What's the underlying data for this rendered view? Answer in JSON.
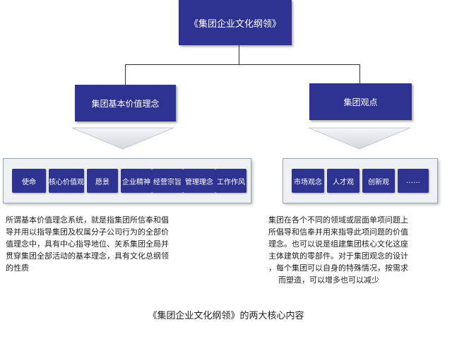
{
  "root": {
    "label": "《集团企业文化纲领》"
  },
  "left_branch": {
    "label": "集团基本价值理念",
    "items": [
      "使命",
      "核心价值观",
      "愿景",
      "企业精神",
      "经营宗旨",
      "管理理念",
      "工作作风"
    ],
    "description": [
      "所谓基本价值理念系统，就是指集团所信奉和倡",
      "导并用以指导集团及权属分子公司行为的全部价",
      "值理念中，具有中心指导地位、关系集团全局并",
      "贯穿集团全部活动的基本理念，具有文化总纲领",
      "的性质"
    ]
  },
  "right_branch": {
    "label": "集团观点",
    "items": [
      "市场观念",
      "人才观",
      "创新观",
      "……"
    ],
    "description": [
      "集团在各个不同的领域或层面单项问题上",
      "所倡导和信奉并用来指导此项问题的价值",
      "理念。也可以说是组建集团核心文化这座",
      "主体建筑的零部件。对于集团观念的设计",
      "，每个集团可以自身的特殊情况，按需求",
      "    而塑造，可以增多也可以减少"
    ]
  },
  "caption": "《集团企业文化纲领》的两大核心内容",
  "colors": {
    "node": "#2e3392",
    "panel": "#eef0f4",
    "arrow": "#e4e7ea"
  }
}
